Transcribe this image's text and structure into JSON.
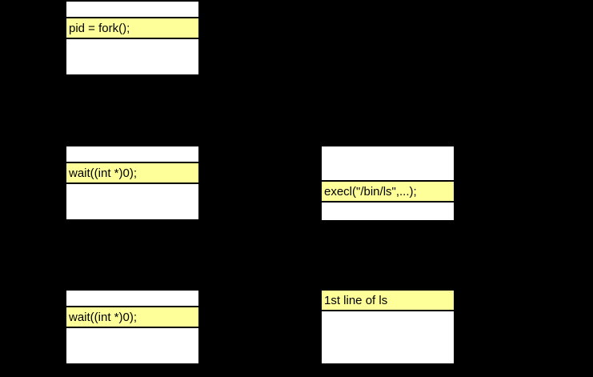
{
  "diagram": {
    "title": "fork and exec process timeline",
    "background_color": "#000000",
    "box_fill_color": "#ffffff",
    "highlight_color": "#ffff99",
    "border_color": "#000000",
    "text_color": "#000000"
  },
  "steps": [
    {
      "id": "step-1",
      "parent": {
        "label": "parent-process-box-step1",
        "cells": [
          {
            "text": "",
            "highlight": false
          },
          {
            "text": "pid = fork();",
            "highlight": true
          },
          {
            "text": "",
            "highlight": false
          }
        ]
      },
      "child": null
    },
    {
      "id": "step-2",
      "parent": {
        "label": "parent-process-box-step2",
        "cells": [
          {
            "text": "",
            "highlight": false
          },
          {
            "text": "wait((int *)0);",
            "highlight": true
          },
          {
            "text": "",
            "highlight": false
          }
        ]
      },
      "child": {
        "label": "child-process-box-step2",
        "cells": [
          {
            "text": "",
            "highlight": false
          },
          {
            "text": "execl(\"/bin/ls\",...);",
            "highlight": true
          },
          {
            "text": "",
            "highlight": false
          }
        ]
      }
    },
    {
      "id": "step-3",
      "parent": {
        "label": "parent-process-box-step3",
        "cells": [
          {
            "text": "",
            "highlight": false
          },
          {
            "text": "wait((int *)0);",
            "highlight": true
          },
          {
            "text": "",
            "highlight": false
          }
        ]
      },
      "child": {
        "label": "child-process-box-step3",
        "cells": [
          {
            "text": "1st line of ls",
            "highlight": true
          },
          {
            "text": "",
            "highlight": false
          }
        ]
      }
    }
  ],
  "cells_flat": {
    "p0_a": "",
    "p0_b": "pid = fork();",
    "p0_c": "",
    "p1_a": "",
    "p1_b": "wait((int *)0);",
    "p1_c": "",
    "c1_a": "",
    "c1_b": "execl(\"/bin/ls\",...);",
    "c1_c": "",
    "p2_a": "",
    "p2_b": "wait((int *)0);",
    "p2_c": "",
    "c2_a": "1st line of ls",
    "c2_b": ""
  }
}
